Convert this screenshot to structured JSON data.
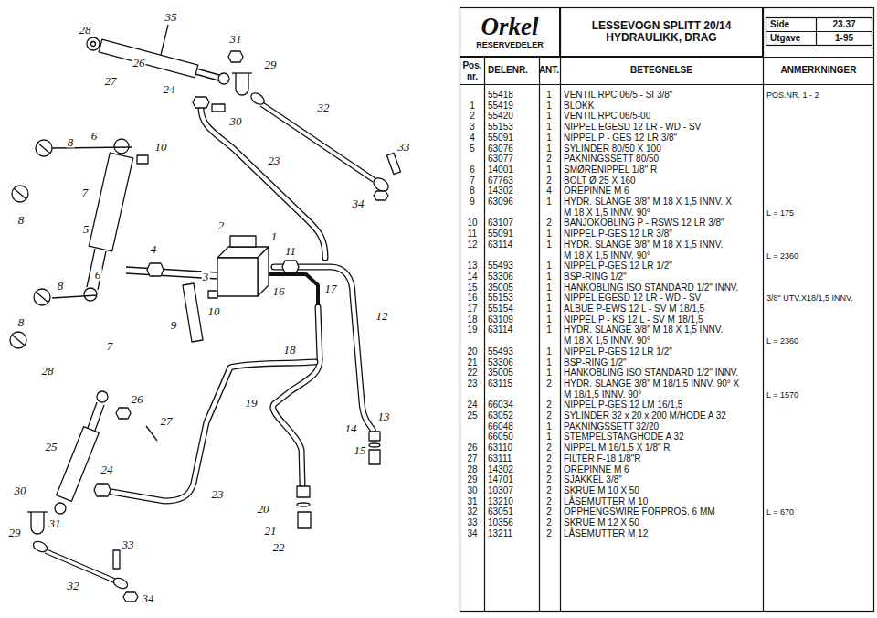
{
  "diagram": {
    "nodes": [
      {
        "text": [
          "Orkel",
          "RESERVEDELER"
        ]
      },
      {
        "text": [
          "LESSEVOGN SPLITT 20/14 HYDRAULIKK, DRAG"
        ]
      }
    ],
    "labels": [
      "Side",
      "23.37",
      "Utgave",
      "1-95",
      "Pos. nr.",
      "DELENR.",
      "ANT.",
      "BETEGNELSE",
      "ANMERKNINGER",
      "55418",
      "1",
      "VENTIL RPC 06/5 - SI 3/8\"",
      "POS.NR. 1 - 2",
      "1",
      "55419",
      "1",
      "BLOKK",
      "2",
      "55420",
      "1",
      "VENTIL RPC 06/5-00",
      "3",
      "55153",
      "1",
      "NIPPEL EGESD 12 LR - WD - SV",
      "4",
      "55091",
      "1",
      "NIPPEL P - GES 12 LR 3/8\"",
      "5",
      "63076",
      "1",
      "SYLINDER 80/50 X 100",
      "63077",
      "2",
      "PAKNINGSSETT 80/50",
      "6",
      "14001",
      "1",
      "SMØRENIPPEL 1/8\" R",
      "7",
      "67763",
      "2",
      "BOLT Ø 25 X 160",
      "8",
      "14302",
      "4",
      "OREPINNE M 6",
      "9",
      "63096",
      "1",
      "HYDR. SLANGE 3/8\" M 18 X 1,5 INNV. X",
      "M 18 X 1,5 INNV. 90°",
      "L = 175",
      "10",
      "63107",
      "2",
      "BANJOKOBLING P - RSWS 12 LR 3/8\"",
      "11",
      "55091",
      "1",
      "NIPPEL P-GES 12 LR 3/8\"",
      "12",
      "63114",
      "1",
      "HYDR. SLANGE 3/8\" M 18 X 1,5 INNV.",
      "M 18 X 1,5 INNV. 90°",
      "L = 2360",
      "13",
      "55493",
      "1",
      "NIPPEL P-GES 12 LR 1/2\"",
      "14",
      "53306",
      "1",
      "BSP-RING 1/2\"",
      "15",
      "35005",
      "1",
      "HANKOBLING ISO STANDARD 1/2\" INNV.",
      "16",
      "55153",
      "1",
      "NIPPEL EGESD 12 LR - WD - SV",
      "3/8\" UTV.X18/1,5 INNV.",
      "17",
      "55154",
      "1",
      "ALBUE P-EWS 12 L - SV M 18/1,5",
      "18",
      "63109",
      "1",
      "NIPPEL P - KS 12 L - SV M 18/1,5",
      "19",
      "63114",
      "1",
      "HYDR. SLANGE 3/8\" M 18 X 1,5 INNV.",
      "M 18 X 1,5 INNV. 90°",
      "L = 2360",
      "20",
      "55493",
      "1",
      "NIPPEL P-GES 12 LR 1/2\"",
      "21",
      "53306",
      "1",
      "BSP-RING 1/2\"",
      "22",
      "35005",
      "1",
      "HANKOBLING ISO STANDARD 1/2\" INNV.",
      "23",
      "63115",
      "2",
      "HYDR. SLANGE 3/8\" M 18/1,5 INNV. 90° X",
      "M 18/1,5 INNV. 90°",
      "L = 1570",
      "24",
      "66034",
      "2",
      "NIPPEL P-GES 12 LM 16/1,5",
      "25",
      "63052",
      "2",
      "SYLINDER 32 x 20 x 200 M/HODE A 32",
      "66048",
      "1",
      "PAKNINGSSETT 32/20",
      "66050",
      "1",
      "STEMPELSTANGHODE A 32",
      "26",
      "63110",
      "2",
      "NIPPEL M 16/1,5 X 1/8\" R",
      "27",
      "63111",
      "2",
      "FILTER F-18 1/8\"R",
      "28",
      "14302",
      "2",
      "OREPINNE M 6",
      "29",
      "14701",
      "2",
      "SJAKKEL 3/8\"",
      "30",
      "10307",
      "2",
      "SKRUE M 10 X 50",
      "31",
      "13210",
      "2",
      "LÅSEMUTTER M 10",
      "32",
      "63051",
      "2",
      "OPPHENGSWIRE FORPROS. 6 MM",
      "L = 670",
      "33",
      "10356",
      "2",
      "SKRUE M 12 X 50",
      "34",
      "13211",
      "2",
      "LÅSEMUTTER M 12",
      "35",
      "28",
      "26",
      "27",
      "31",
      "29",
      "24",
      "30",
      "32",
      "10",
      "8",
      "6",
      "33",
      "7",
      "8",
      "23",
      "34",
      "5",
      "2",
      "4",
      "11",
      "1",
      "3",
      "6",
      "8",
      "9",
      "10",
      "16",
      "17",
      "12",
      "8",
      "7",
      "18",
      "28",
      "26",
      "27",
      "19",
      "13",
      "14",
      "15",
      "25",
      "24",
      "23",
      "30",
      "31",
      "20",
      "21",
      "22",
      "29",
      "33",
      "32",
      "34"
    ]
  }
}
